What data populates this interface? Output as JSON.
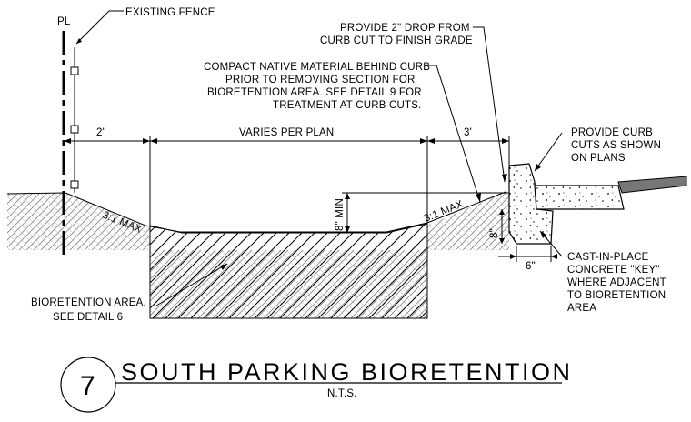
{
  "detail": {
    "number": "7",
    "title": "SOUTH PARKING BIORETENTION",
    "scale": "N.T.S."
  },
  "labels": {
    "pl": "PL",
    "existing_fence": "EXISTING FENCE",
    "dim_2ft": "2'",
    "varies_per_plan": "VARIES PER PLAN",
    "dim_3ft": "3'",
    "slope_left": "3:1 MAX",
    "slope_right": "3:1 MAX",
    "min_8in": "8\" MIN",
    "dim_8in": "8\"",
    "dim_6in": "6\"",
    "bioretention_area": [
      "BIORETENTION AREA,",
      "SEE DETAIL 6"
    ],
    "compact_native": [
      "COMPACT NATIVE MATERIAL BEHIND CURB",
      "PRIOR TO REMOVING SECTION FOR",
      "BIORETENTION AREA. SEE DETAIL 9 FOR",
      "TREATMENT AT CURB CUTS."
    ],
    "provide_drop": [
      "PROVIDE 2\" DROP FROM",
      "CURB CUT TO FINISH GRADE"
    ],
    "provide_curb_cuts": [
      "PROVIDE CURB",
      "CUTS AS SHOWN",
      "ON PLANS"
    ],
    "cast_in_place": [
      "CAST-IN-PLACE",
      "CONCRETE \"KEY\"",
      "WHERE ADJACENT",
      "TO BIORETENTION",
      "AREA"
    ]
  }
}
